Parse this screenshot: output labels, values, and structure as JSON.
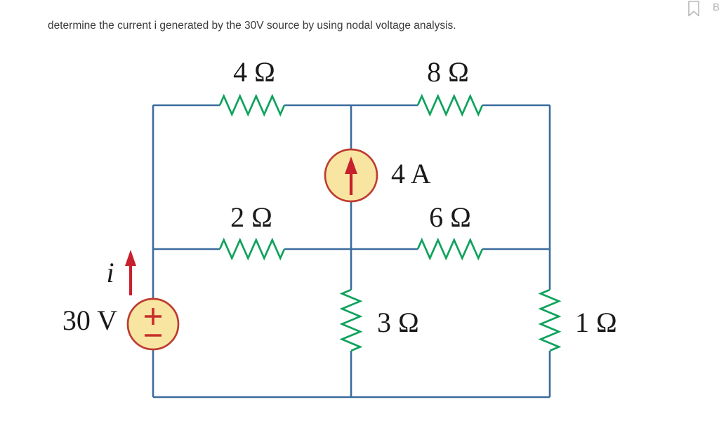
{
  "page": {
    "background_color": "#ffffff",
    "question_text": "determine the current i generated by the 30V source by using nodal voltage analysis."
  },
  "header": {
    "bookmark_icon": "bookmark-icon",
    "bookmark_partial_label": "B"
  },
  "circuit": {
    "wire_color": "#3b6c9e",
    "resistor_color": "#0ea25c",
    "source_fill_color": "#f8e5a2",
    "source_stroke_color": "#be3b30",
    "arrow_color": "#c8202c",
    "label_color": "#1a1a1a",
    "resistors": [
      {
        "id": "R-top-left",
        "label": "4 Ω",
        "value": "4",
        "unit": "Ω",
        "orientation": "horizontal"
      },
      {
        "id": "R-top-right",
        "label": "8 Ω",
        "value": "8",
        "unit": "Ω",
        "orientation": "horizontal"
      },
      {
        "id": "R-mid-left",
        "label": "2 Ω",
        "value": "2",
        "unit": "Ω",
        "orientation": "horizontal"
      },
      {
        "id": "R-mid-right",
        "label": "6 Ω",
        "value": "6",
        "unit": "Ω",
        "orientation": "horizontal"
      },
      {
        "id": "R-center",
        "label": "3 Ω",
        "value": "3",
        "unit": "Ω",
        "orientation": "vertical"
      },
      {
        "id": "R-right",
        "label": "1 Ω",
        "value": "1",
        "unit": "Ω",
        "orientation": "vertical"
      }
    ],
    "current_source": {
      "label": "4 A",
      "value": "4",
      "unit": "A",
      "arrow_direction": "up"
    },
    "voltage_source": {
      "label": "30 V",
      "value": "30",
      "unit": "V",
      "polarity": "plus top, minus bottom"
    },
    "current_indicator": {
      "label": "i",
      "arrow_direction": "up"
    }
  }
}
